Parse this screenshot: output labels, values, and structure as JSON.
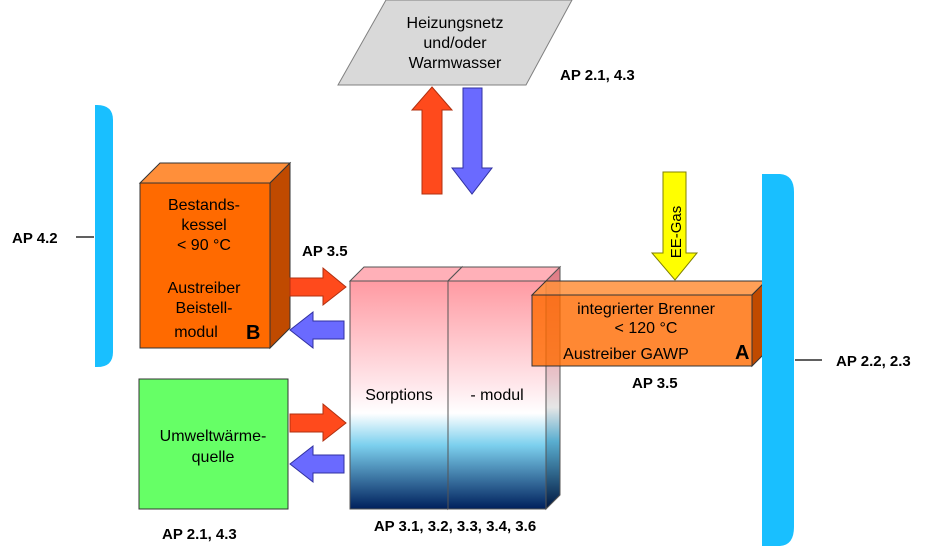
{
  "heating_net": {
    "line1": "Heizungsnetz",
    "line2": "und/oder",
    "line3": "Warmwasser"
  },
  "labels": {
    "ap_top": "AP 2.1, 4.3",
    "ap_left": "AP 4.2",
    "ap_right": "AP 2.2, 2.3",
    "ap_boiler_link": "AP 3.5",
    "ap_burner": "AP 3.5",
    "ap_env": "AP 2.1, 4.3",
    "ap_sorption": "AP 3.1, 3.2, 3.3, 3.4, 3.6"
  },
  "boiler": {
    "line1": "Bestands-",
    "line2": "kessel",
    "line3": "< 90 °C",
    "line4": "Austreiber",
    "line5": "Beistell-",
    "line6": "modul",
    "badge": "B"
  },
  "env_source": {
    "line1": "Umweltwärme-",
    "line2": "quelle"
  },
  "sorption": {
    "left": "Sorptions",
    "right": "- modul"
  },
  "burner": {
    "line1": "integrierter Brenner",
    "line2": "< 120 °C",
    "line3": "Austreiber GAWP",
    "badge": "A"
  },
  "gas_input": {
    "label": "EE-Gas"
  },
  "colors": {
    "orange": "#ff6a00",
    "orange_dark": "#c04a00",
    "green": "#66ff66",
    "blue_bracket": "#19bfff",
    "arrow_red": "#ff4a1c",
    "arrow_blue": "#6a6aff",
    "gas_yellow": "#ffff00",
    "grey_box": "#d9d9d9"
  }
}
